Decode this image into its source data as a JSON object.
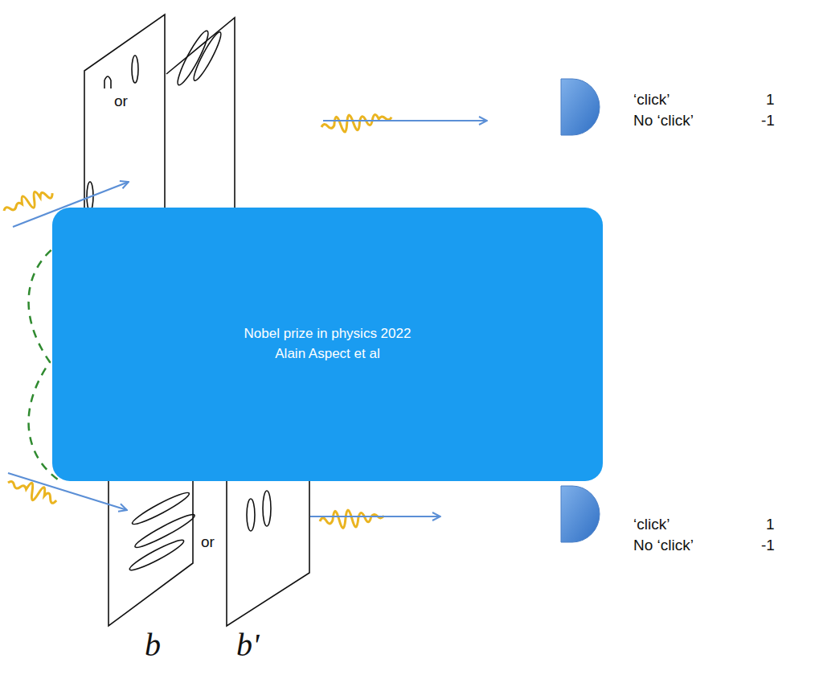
{
  "diagram": {
    "nodes": [
      {
        "text": [
          "Nobel prize in physics 2022",
          "Alain Aspect et al"
        ]
      }
    ],
    "labels": [
      "or",
      "‘click’",
      "1",
      "No ‘click’",
      "-1",
      "‘click’",
      "1",
      "No ‘click’",
      "-1",
      "or",
      "b",
      "b'"
    ]
  }
}
